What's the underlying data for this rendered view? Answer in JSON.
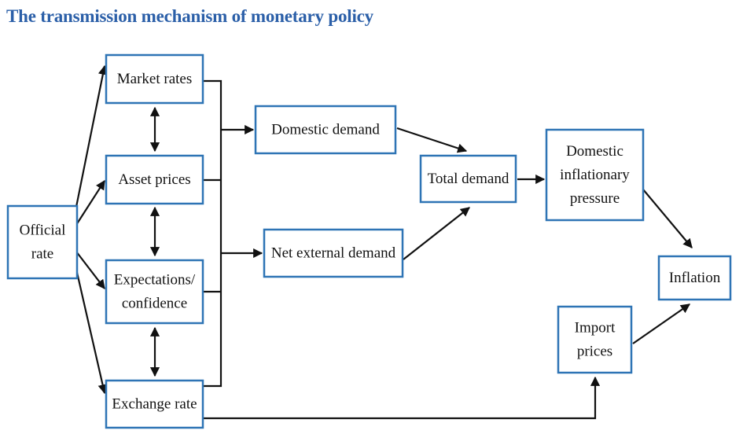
{
  "title": "The transmission mechanism of monetary policy",
  "colors": {
    "title": "#2b5fa8",
    "box_border": "#2e74b5",
    "line": "#111111"
  },
  "nodes": {
    "official_rate": {
      "lines": [
        "Official",
        "rate"
      ]
    },
    "market_rates": {
      "lines": [
        "Market rates"
      ]
    },
    "asset_prices": {
      "lines": [
        "Asset prices"
      ]
    },
    "expectations": {
      "lines": [
        "Expectations/",
        "confidence"
      ]
    },
    "exchange_rate": {
      "lines": [
        "Exchange rate"
      ]
    },
    "domestic_demand": {
      "lines": [
        "Domestic demand"
      ]
    },
    "net_external_demand": {
      "lines": [
        "Net external demand"
      ]
    },
    "total_demand": {
      "lines": [
        "Total demand"
      ]
    },
    "domestic_inflationary_pressure": {
      "lines": [
        "Domestic",
        "inflationary",
        "pressure"
      ]
    },
    "import_prices": {
      "lines": [
        "Import",
        "prices"
      ]
    },
    "inflation": {
      "lines": [
        "Inflation"
      ]
    }
  },
  "edges": [
    {
      "from": "official_rate",
      "to": "market_rates",
      "type": "arrow"
    },
    {
      "from": "official_rate",
      "to": "asset_prices",
      "type": "arrow"
    },
    {
      "from": "official_rate",
      "to": "expectations",
      "type": "arrow"
    },
    {
      "from": "official_rate",
      "to": "exchange_rate",
      "type": "arrow"
    },
    {
      "from": "market_rates",
      "to": "asset_prices",
      "type": "double-arrow"
    },
    {
      "from": "asset_prices",
      "to": "expectations",
      "type": "double-arrow"
    },
    {
      "from": "expectations",
      "to": "exchange_rate",
      "type": "double-arrow"
    },
    {
      "from": "left_column",
      "to": "domestic_demand",
      "type": "bracket-arrow"
    },
    {
      "from": "left_column",
      "to": "net_external_demand",
      "type": "bracket-arrow"
    },
    {
      "from": "domestic_demand",
      "to": "total_demand",
      "type": "arrow"
    },
    {
      "from": "net_external_demand",
      "to": "total_demand",
      "type": "arrow"
    },
    {
      "from": "total_demand",
      "to": "domestic_inflationary_pressure",
      "type": "arrow"
    },
    {
      "from": "domestic_inflationary_pressure",
      "to": "inflation",
      "type": "arrow"
    },
    {
      "from": "exchange_rate",
      "to": "import_prices",
      "type": "elbow-arrow"
    },
    {
      "from": "import_prices",
      "to": "inflation",
      "type": "arrow"
    }
  ]
}
